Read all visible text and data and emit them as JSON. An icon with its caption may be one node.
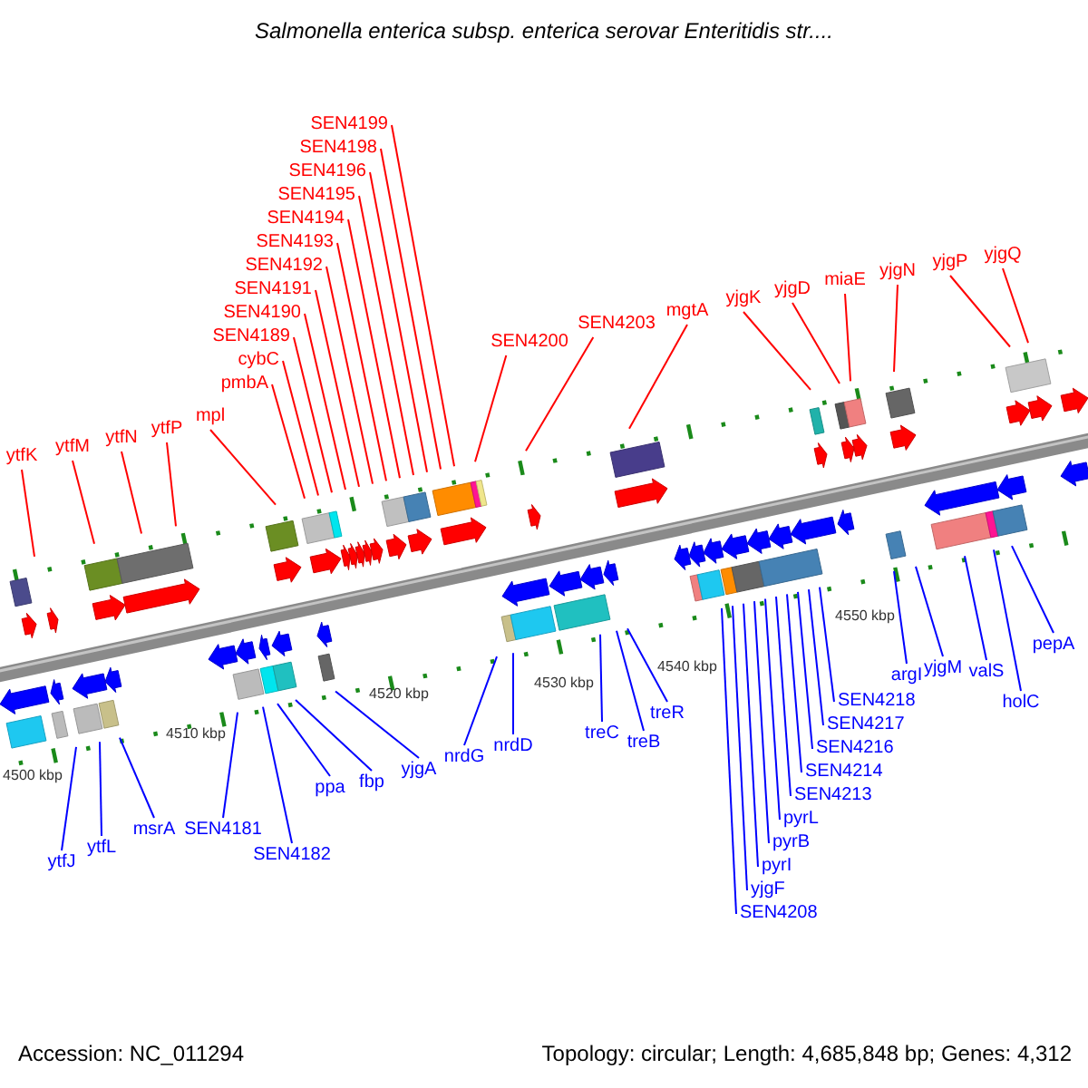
{
  "diagram": {
    "title": "Salmonella enterica subsp. enterica serovar Enteritidis str....",
    "nodes": [
      {
        "text": [
          "ytfK"
        ]
      },
      {
        "text": [
          "ytfM"
        ]
      },
      {
        "text": [
          "ytfN"
        ]
      },
      {
        "text": [
          "ytfP"
        ]
      },
      {
        "text": [
          "mpl"
        ]
      },
      {
        "text": [
          "pmbA"
        ]
      },
      {
        "text": [
          "cybC"
        ]
      },
      {
        "text": [
          "SEN4189"
        ]
      },
      {
        "text": [
          "SEN4190"
        ]
      },
      {
        "text": [
          "SEN4191"
        ]
      },
      {
        "text": [
          "SEN4192"
        ]
      },
      {
        "text": [
          "SEN4193"
        ]
      },
      {
        "text": [
          "SEN4194"
        ]
      },
      {
        "text": [
          "SEN4195"
        ]
      },
      {
        "text": [
          "SEN4196"
        ]
      },
      {
        "text": [
          "SEN4198"
        ]
      },
      {
        "text": [
          "SEN4199"
        ]
      },
      {
        "text": [
          "SEN4200"
        ]
      },
      {
        "text": [
          "SEN4203"
        ]
      },
      {
        "text": [
          "mgtA"
        ]
      },
      {
        "text": [
          "yjgK"
        ]
      },
      {
        "text": [
          "yjgD"
        ]
      },
      {
        "text": [
          "miaE"
        ]
      },
      {
        "text": [
          "yjgN"
        ]
      },
      {
        "text": [
          "yjgP"
        ]
      },
      {
        "text": [
          "yjgQ"
        ]
      },
      {
        "text": [
          "ytfJ"
        ]
      },
      {
        "text": [
          "ytfL"
        ]
      },
      {
        "text": [
          "msrA"
        ]
      },
      {
        "text": [
          "SEN4181"
        ]
      },
      {
        "text": [
          "SEN4182"
        ]
      },
      {
        "text": [
          "ppa"
        ]
      },
      {
        "text": [
          "fbp"
        ]
      },
      {
        "text": [
          "yjgA"
        ]
      },
      {
        "text": [
          "nrdG"
        ]
      },
      {
        "text": [
          "nrdD"
        ]
      },
      {
        "text": [
          "treC"
        ]
      },
      {
        "text": [
          "treB"
        ]
      },
      {
        "text": [
          "treR"
        ]
      },
      {
        "text": [
          "SEN4218"
        ]
      },
      {
        "text": [
          "SEN4217"
        ]
      },
      {
        "text": [
          "SEN4216"
        ]
      },
      {
        "text": [
          "SEN4214"
        ]
      },
      {
        "text": [
          "SEN4213"
        ]
      },
      {
        "text": [
          "pyrL"
        ]
      },
      {
        "text": [
          "pyrB"
        ]
      },
      {
        "text": [
          "pyrI"
        ]
      },
      {
        "text": [
          "yjgF"
        ]
      },
      {
        "text": [
          "SEN4208"
        ]
      },
      {
        "text": [
          "argI"
        ]
      },
      {
        "text": [
          "yjgM"
        ]
      },
      {
        "text": [
          "valS"
        ]
      },
      {
        "text": [
          "holC"
        ]
      },
      {
        "text": [
          "pepA"
        ]
      }
    ],
    "edges": [
      {
        "from": 0,
        "to": null,
        "arrow": "none",
        "color": "#ff0000"
      },
      {
        "from": 1,
        "to": null,
        "arrow": "none",
        "color": "#ff0000"
      },
      {
        "from": 2,
        "to": null,
        "arrow": "none",
        "color": "#ff0000"
      },
      {
        "from": 3,
        "to": null,
        "arrow": "none",
        "color": "#ff0000"
      },
      {
        "from": 4,
        "to": null,
        "arrow": "none",
        "color": "#ff0000"
      },
      {
        "from": 5,
        "to": null,
        "arrow": "none",
        "color": "#ff0000"
      },
      {
        "from": 6,
        "to": null,
        "arrow": "none",
        "color": "#ff0000"
      },
      {
        "from": 7,
        "to": null,
        "arrow": "none",
        "color": "#ff0000"
      },
      {
        "from": 8,
        "to": null,
        "arrow": "none",
        "color": "#ff0000"
      },
      {
        "from": 9,
        "to": null,
        "arrow": "none",
        "color": "#ff0000"
      },
      {
        "from": 10,
        "to": null,
        "arrow": "none",
        "color": "#ff0000"
      },
      {
        "from": 11,
        "to": null,
        "arrow": "none",
        "color": "#ff0000"
      },
      {
        "from": 12,
        "to": null,
        "arrow": "none",
        "color": "#ff0000"
      },
      {
        "from": 13,
        "to": null,
        "arrow": "none",
        "color": "#ff0000"
      },
      {
        "from": 14,
        "to": null,
        "arrow": "none",
        "color": "#ff0000"
      },
      {
        "from": 15,
        "to": null,
        "arrow": "none",
        "color": "#ff0000"
      },
      {
        "from": 16,
        "to": null,
        "arrow": "none",
        "color": "#ff0000"
      },
      {
        "from": 17,
        "to": null,
        "arrow": "none",
        "color": "#ff0000"
      },
      {
        "from": 18,
        "to": null,
        "arrow": "none",
        "color": "#ff0000"
      },
      {
        "from": 19,
        "to": null,
        "arrow": "none",
        "color": "#ff0000"
      },
      {
        "from": 20,
        "to": null,
        "arrow": "none",
        "color": "#ff0000"
      },
      {
        "from": 21,
        "to": null,
        "arrow": "none",
        "color": "#ff0000"
      },
      {
        "from": 22,
        "to": null,
        "arrow": "none",
        "color": "#ff0000"
      },
      {
        "from": 23,
        "to": null,
        "arrow": "none",
        "color": "#ff0000"
      },
      {
        "from": 24,
        "to": null,
        "arrow": "none",
        "color": "#ff0000"
      },
      {
        "from": 25,
        "to": null,
        "arrow": "none",
        "color": "#ff0000"
      },
      {
        "from": 26,
        "to": null,
        "arrow": "none"
      },
      {
        "from": 27,
        "to": null,
        "arrow": "none"
      },
      {
        "from": 28,
        "to": null,
        "arrow": "none"
      },
      {
        "from": 29,
        "to": null,
        "arrow": "none"
      },
      {
        "from": 30,
        "to": null,
        "arrow": "none"
      },
      {
        "from": 31,
        "to": null,
        "arrow": "none"
      },
      {
        "from": 32,
        "to": null,
        "arrow": "none"
      },
      {
        "from": 33,
        "to": null,
        "arrow": "none"
      },
      {
        "from": 34,
        "to": null,
        "arrow": "none"
      },
      {
        "from": 35,
        "to": null,
        "arrow": "none"
      },
      {
        "from": 36,
        "to": null,
        "arrow": "none"
      },
      {
        "from": 37,
        "to": null,
        "arrow": "none"
      },
      {
        "from": 38,
        "to": null,
        "arrow": "none"
      },
      {
        "from": 39,
        "to": null,
        "arrow": "none"
      },
      {
        "from": 40,
        "to": null,
        "arrow": "none"
      },
      {
        "from": 41,
        "to": null,
        "arrow": "none"
      },
      {
        "from": 42,
        "to": null,
        "arrow": "none"
      },
      {
        "from": 43,
        "to": null,
        "arrow": "none"
      },
      {
        "from": 44,
        "to": null,
        "arrow": "none"
      },
      {
        "from": 45,
        "to": null,
        "arrow": "none"
      },
      {
        "from": 46,
        "to": null,
        "arrow": "none"
      },
      {
        "from": 47,
        "to": null,
        "arrow": "none"
      },
      {
        "from": 48,
        "to": null,
        "arrow": "none"
      },
      {
        "from": 49,
        "to": null,
        "arrow": "none"
      },
      {
        "from": 50,
        "to": null,
        "arrow": "none"
      },
      {
        "from": 51,
        "to": null,
        "arrow": "none"
      },
      {
        "from": 52,
        "to": null,
        "arrow": "none"
      },
      {
        "from": 53,
        "to": null,
        "arrow": "none"
      }
    ],
    "labels": [
      "4500 kbp",
      "4510 kbp",
      "4520 kbp",
      "4530 kbp",
      "4540 kbp",
      "4550 kbp",
      "Accession: NC_011294",
      "Topology: circular; Length: 4,685,848 bp; Genes: 4,312"
    ]
  }
}
